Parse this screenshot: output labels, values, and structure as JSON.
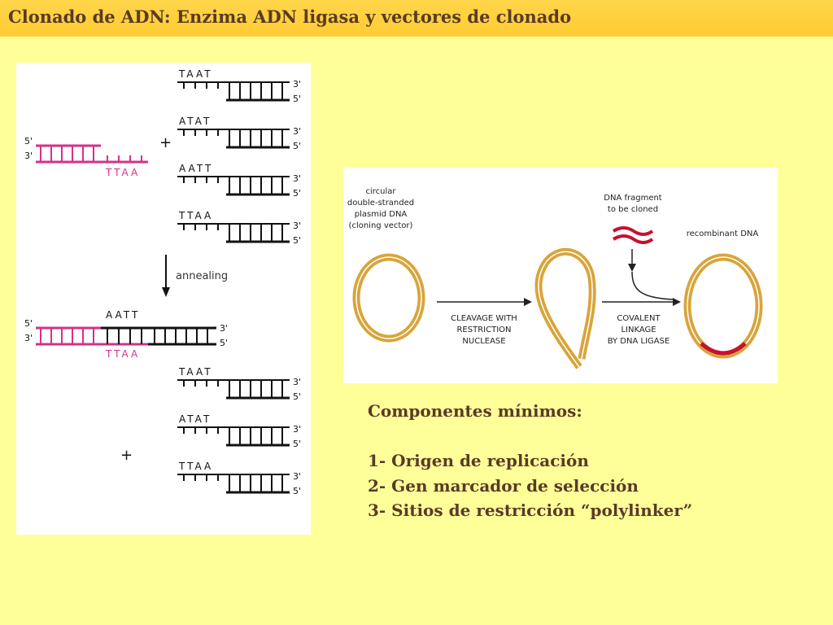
{
  "slide": {
    "title": "Clonado de ADN: Enzima ADN ligasa y vectores de clonado"
  },
  "left_figure": {
    "prime3": "3'",
    "prime5": "5'",
    "plus": "+",
    "fragments_top": [
      "TAAT",
      "ATAT",
      "AATT",
      "TTAA"
    ],
    "pink_overhang": "TTAA",
    "annealing_label": "annealing",
    "product_top": "AATT",
    "product_bottom": "TTAA",
    "fragments_bottom": [
      "TAAT",
      "ATAT",
      "TTAA"
    ]
  },
  "right_figure": {
    "plasmid_label": [
      "circular",
      "double-stranded",
      "plasmid DNA",
      "(cloning vector)"
    ],
    "fragment_label": [
      "DNA fragment",
      "to be cloned"
    ],
    "recombinant_label": "recombinant DNA",
    "cleavage_label": [
      "CLEAVAGE WITH",
      "RESTRICTION",
      "NUCLEASE"
    ],
    "linkage_label": [
      "COVALENT",
      "LINKAGE",
      "BY DNA LIGASE"
    ]
  },
  "components": {
    "heading": "Componentes mínimos:",
    "items": [
      "1- Origen de replicación",
      "2- Gen marcador de selección",
      "3- Sitios de restricción “polylinker”"
    ]
  },
  "colors": {
    "background": "#ffff99",
    "title_bar": "#ffcc33",
    "text": "#5a3a26",
    "dna_black": "#111111",
    "dna_pink": "#d4318a",
    "plasmid_ring": "#d9a43a",
    "insert_red": "#c8102e"
  }
}
